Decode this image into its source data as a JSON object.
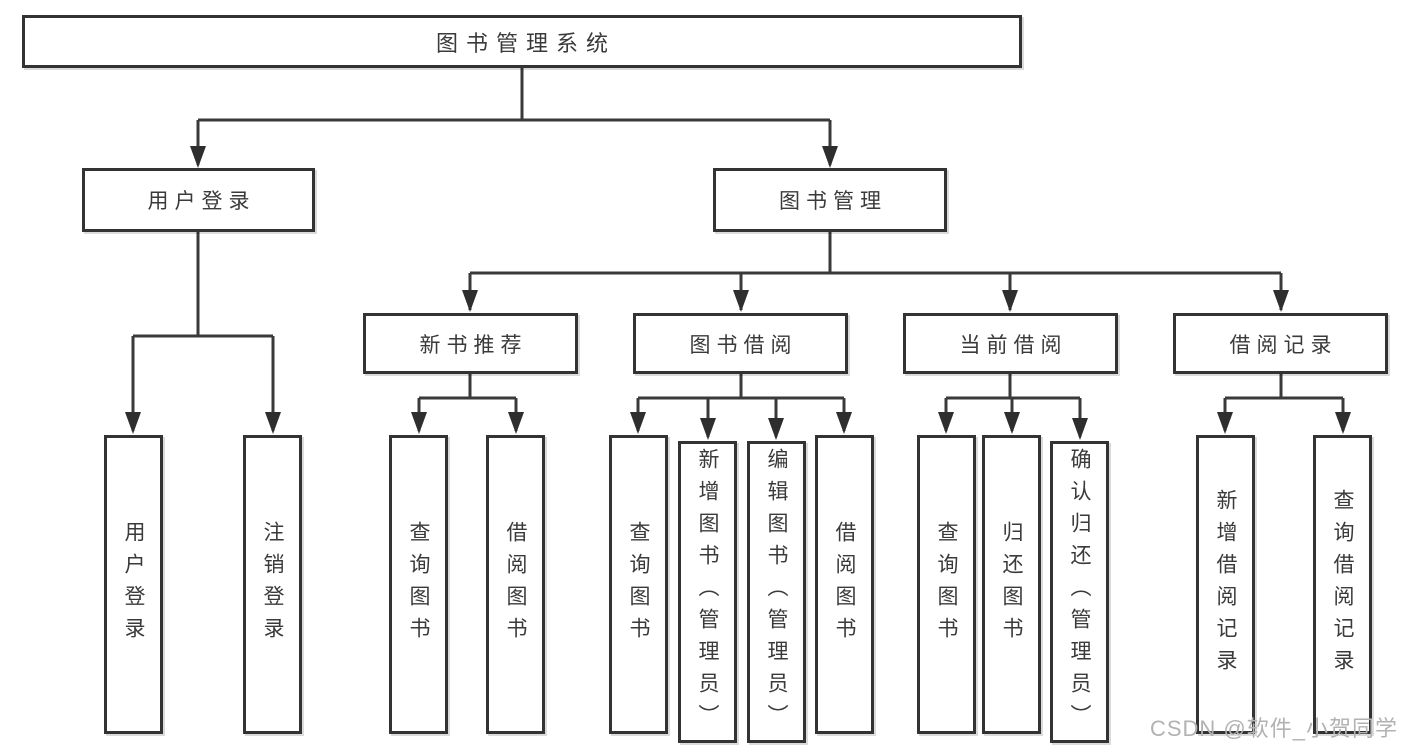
{
  "tree": {
    "root": {
      "label": "图书管理系统"
    },
    "children": [
      {
        "label": "用户登录",
        "children": [
          "用户登录",
          "注销登录"
        ]
      },
      {
        "label": "图书管理",
        "children": [
          {
            "label": "新书推荐",
            "children": [
              "查询图书",
              "借阅图书"
            ]
          },
          {
            "label": "图书借阅",
            "children": [
              "查询图书",
              "新增图书（管理员）",
              "编辑图书（管理员）",
              "借阅图书"
            ]
          },
          {
            "label": "当前借阅",
            "children": [
              "查询图书",
              "归还图书",
              "确认归还（管理员）"
            ]
          },
          {
            "label": "借阅记录",
            "children": [
              "新增借阅记录",
              "查询借阅记录"
            ]
          }
        ]
      }
    ]
  },
  "watermark": "CSDN @软件_小贺同学",
  "colors": {
    "line": "#3a3a3a",
    "box_border": "#333333",
    "text": "#3a3a3a",
    "watermark": "#b2b2b2",
    "background": "#ffffff"
  }
}
